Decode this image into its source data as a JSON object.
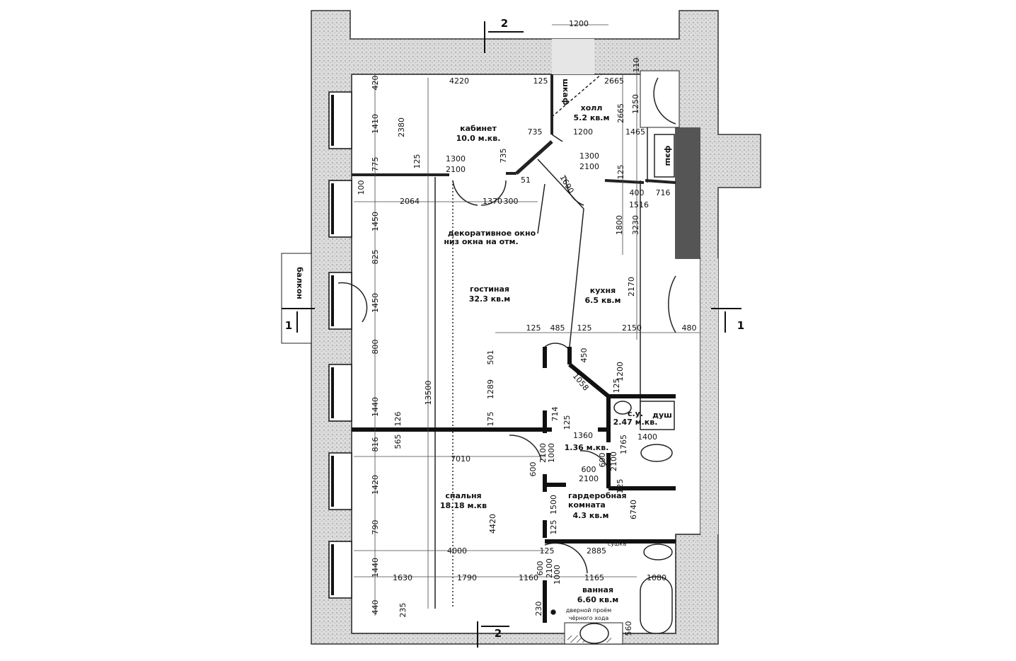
{
  "title": "Floor plan",
  "colors": {
    "wall_fill": "#d8d8d8",
    "wall_solid": "#111111",
    "line": "#222222"
  },
  "section_markers": [
    "2",
    "2",
    "1",
    "1"
  ],
  "rooms": [
    {
      "name": "кабинет",
      "area": "10.0 м.кв."
    },
    {
      "name": "холл",
      "area": "5.2 кв.м"
    },
    {
      "name": "гостиная",
      "area": "32.3 кв.м"
    },
    {
      "name": "кухня",
      "area": "6.5 кв.м"
    },
    {
      "name": "с.у.",
      "area": "2.47 м.кв."
    },
    {
      "name": "спальня",
      "area": "18.18 м.кв"
    },
    {
      "name": "гардеробная комната",
      "area": "4.3 кв.м"
    },
    {
      "name": "ванная",
      "area": "6.60 кв.м"
    }
  ],
  "labels": {
    "wardrobe": "шкаф",
    "fridge": "фэш",
    "balcony": "балкон",
    "shower": "душ",
    "corridor_area": "1.36 м.кв.",
    "deco_window_1": "декоративное окно",
    "deco_window_2": "низ окна на отм.",
    "dryer": "сушка",
    "back_door_1": "дверной проём",
    "back_door_2": "чёрного хода"
  },
  "dimensions_h": [
    "1200",
    "4220",
    "125",
    "2665",
    "735",
    "1200",
    "1465",
    "1300",
    "2100",
    "1300",
    "2100",
    "51",
    "400",
    "716",
    "1516",
    "2064",
    "1370",
    "300",
    "125",
    "485",
    "125",
    "2150",
    "480",
    "1360",
    "1400",
    "7010",
    "600",
    "2100",
    "2885",
    "125",
    "4000",
    "1630",
    "1790",
    "1160",
    "1165",
    "1080"
  ],
  "dimensions_v": [
    "420",
    "1410",
    "2380",
    "125",
    "775",
    "100",
    "1450",
    "825",
    "1450",
    "800",
    "1440",
    "126",
    "565",
    "816",
    "1420",
    "790",
    "1440",
    "440",
    "235",
    "13500",
    "4420",
    "501",
    "1289",
    "175",
    "714",
    "125",
    "2100",
    "1000",
    "600",
    "600",
    "2100",
    "1765",
    "125",
    "1500",
    "125",
    "6740",
    "450",
    "1200",
    "125",
    "735",
    "1250",
    "110",
    "2665",
    "125",
    "1800",
    "3230",
    "2170",
    "600",
    "2100",
    "1000",
    "230",
    "560"
  ],
  "dimensions_diag": [
    "1690",
    "1058"
  ]
}
